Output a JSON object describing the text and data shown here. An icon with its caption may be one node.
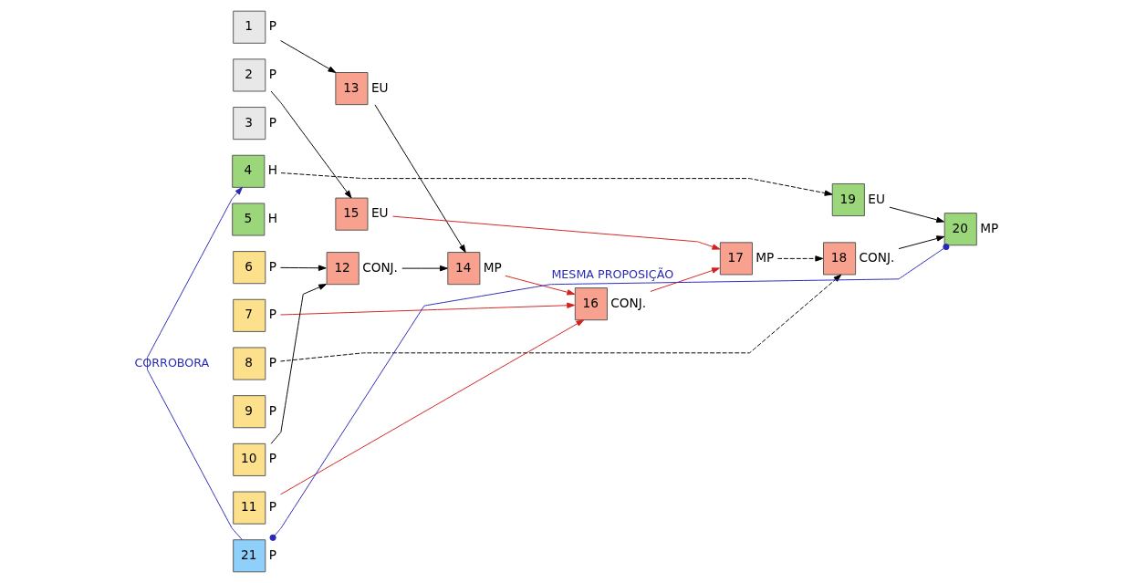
{
  "diagram": {
    "nodes": [
      {
        "text": [
          "1"
        ],
        "beside": [
          "P"
        ]
      },
      {
        "text": [
          "2"
        ],
        "beside": [
          "P"
        ]
      },
      {
        "text": [
          "3"
        ],
        "beside": [
          "P"
        ]
      },
      {
        "text": [
          "4"
        ],
        "beside": [
          "H"
        ]
      },
      {
        "text": [
          "5"
        ],
        "beside": [
          "H"
        ]
      },
      {
        "text": [
          "6"
        ],
        "beside": [
          "P"
        ]
      },
      {
        "text": [
          "7"
        ],
        "beside": [
          "P"
        ]
      },
      {
        "text": [
          "8"
        ],
        "beside": [
          "P"
        ]
      },
      {
        "text": [
          "9"
        ],
        "beside": [
          "P"
        ]
      },
      {
        "text": [
          "10"
        ],
        "beside": [
          "P"
        ]
      },
      {
        "text": [
          "11"
        ],
        "beside": [
          "P"
        ]
      },
      {
        "text": [
          "13"
        ],
        "beside": [
          "EU"
        ]
      },
      {
        "text": [
          "15"
        ],
        "beside": [
          "EU"
        ]
      },
      {
        "text": [
          "14"
        ],
        "beside": [
          "MP"
        ]
      },
      {
        "text": [
          "12"
        ],
        "beside": [
          "CONJ."
        ]
      },
      {
        "text": [
          "16"
        ],
        "beside": [
          "CONJ."
        ]
      },
      {
        "text": [
          "17"
        ],
        "beside": [
          "MP"
        ]
      },
      {
        "text": [
          "19"
        ],
        "beside": [
          "EU"
        ]
      },
      {
        "text": [
          "18"
        ],
        "beside": [
          "CONJ."
        ]
      },
      {
        "text": [
          "20"
        ],
        "beside": [
          "MP"
        ]
      },
      {
        "text": [
          "21"
        ],
        "beside": [
          "P"
        ]
      }
    ],
    "edges": [
      {
        "from": 0,
        "to": 11,
        "arrow": "to"
      },
      {
        "from": 1,
        "to": 12,
        "arrow": "to"
      },
      {
        "from": 3,
        "to": 17,
        "arrow": "to",
        "style": "dashed"
      },
      {
        "from": 11,
        "to": 13,
        "arrow": "to"
      },
      {
        "from": 14,
        "to": 13,
        "arrow": "to"
      },
      {
        "from": 5,
        "to": 14,
        "arrow": "to"
      },
      {
        "from": 9,
        "to": 14,
        "arrow": "to"
      },
      {
        "from": 13,
        "to": 15,
        "arrow": "to",
        "color": "#d62020"
      },
      {
        "from": 6,
        "to": 15,
        "arrow": "to",
        "color": "#d62020"
      },
      {
        "from": 10,
        "to": 15,
        "arrow": "to",
        "color": "#d62020"
      },
      {
        "from": 12,
        "to": 16,
        "arrow": "to",
        "color": "#d62020"
      },
      {
        "from": 15,
        "to": 16,
        "arrow": "to",
        "color": "#d62020"
      },
      {
        "from": 16,
        "to": 18,
        "arrow": "to",
        "style": "dashed"
      },
      {
        "from": 7,
        "to": 18,
        "arrow": "to",
        "style": "dashed"
      },
      {
        "from": 17,
        "to": 19,
        "arrow": "to"
      },
      {
        "from": 18,
        "to": 19,
        "arrow": "to"
      },
      {
        "from": 19,
        "to": 20,
        "arrow": "other",
        "label": "MESMA PROPOSIÇÃO",
        "color": "#2a2ab8"
      },
      {
        "from": 20,
        "to": 3,
        "arrow": "to",
        "label": "CORROBORA",
        "color": "#2a2ab8"
      }
    ]
  }
}
